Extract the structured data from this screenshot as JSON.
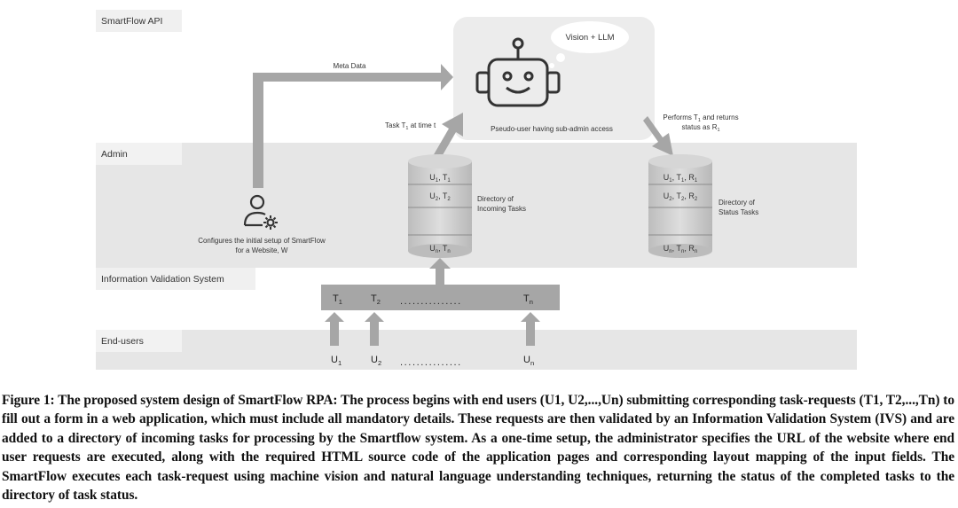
{
  "lanes": {
    "api": "SmartFlow API",
    "admin": "Admin",
    "ivs": "Information Validation System",
    "end_users": "End-users"
  },
  "robot": {
    "bubble": "Vision + LLM",
    "caption": "Pseudo-user having sub-admin access"
  },
  "arrows": {
    "meta_data": "Meta Data",
    "task_at_time": "Task T",
    "task_at_time_sub": "1",
    "task_at_time_suffix": " at time t",
    "performs_line1_a": "Performs T",
    "performs_line1_sub": "1",
    "performs_line1_b": " and returns",
    "performs_line2_a": "status as R",
    "performs_line2_sub": "1"
  },
  "admin_config": {
    "line1": "Configures the initial setup of SmartFlow",
    "line2": "for a Website, W"
  },
  "incoming_db": {
    "label_line1": "Directory of",
    "label_line2": "Incoming Tasks",
    "rows": [
      {
        "a": "U",
        "as": "1",
        "b": "T",
        "bs": "1"
      },
      {
        "a": "U",
        "as": "2",
        "b": "T",
        "bs": "2"
      },
      {
        "a": "U",
        "as": "n",
        "b": "T",
        "bs": "n"
      }
    ]
  },
  "status_db": {
    "label_line1": "Directory of",
    "label_line2": "Status Tasks",
    "rows": [
      {
        "a": "U",
        "as": "1",
        "b": "T",
        "bs": "1",
        "c": "R",
        "cs": "1"
      },
      {
        "a": "U",
        "as": "2",
        "b": "T",
        "bs": "2",
        "c": "R",
        "cs": "2"
      },
      {
        "a": "U",
        "as": "n",
        "b": "T",
        "bs": "n",
        "c": "R",
        "cs": "n"
      }
    ]
  },
  "task_bar": {
    "items": [
      {
        "base": "T",
        "sub": "1"
      },
      {
        "base": "T",
        "sub": "2"
      },
      {
        "base": "T",
        "sub": "n"
      }
    ],
    "dots": "..............."
  },
  "users": {
    "items": [
      {
        "base": "U",
        "sub": "1"
      },
      {
        "base": "U",
        "sub": "2"
      },
      {
        "base": "U",
        "sub": "n"
      }
    ],
    "dots": "..............."
  },
  "caption": {
    "label": "Figure 1:",
    "text": " The proposed system design of SmartFlow RPA: The process begins with end users (U1, U2,...,Un) submitting corresponding task-requests (T1, T2,...,Tn) to fill out a form in a web application, which must include all mandatory details. These requests are then validated by an Information Validation System (IVS) and are added to a directory of incoming tasks for processing by the Smartflow system. As a one-time setup, the administrator specifies the URL of the website where end user requests are executed, along with the required HTML source code of the application pages and corresponding layout mapping of the input fields. The SmartFlow executes each task-request using machine vision and natural language understanding techniques, returning the status of the completed tasks to the directory of task status."
  },
  "colors": {
    "lane_bg": "#e6e6e6",
    "tag_bg": "#f2f2f2",
    "arrow": "#a6a6a6",
    "robot_box": "#ececec",
    "ink": "#333333"
  }
}
